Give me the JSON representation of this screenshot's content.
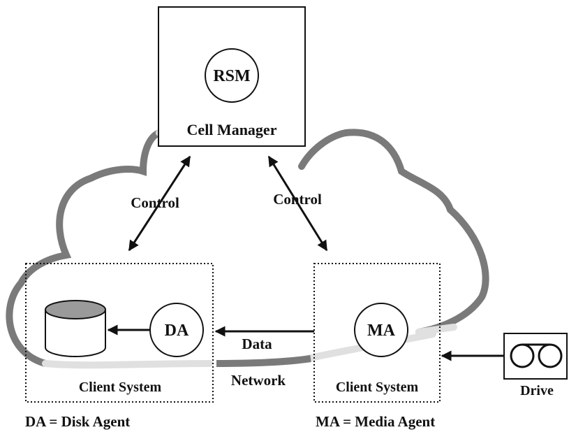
{
  "cell_manager": {
    "circle_label": "RSM",
    "label": "Cell Manager"
  },
  "edges": {
    "control_left": "Control",
    "control_right": "Control",
    "data": "Data"
  },
  "network_label": "Network",
  "client_left": {
    "agent": "DA",
    "label": "Client System"
  },
  "client_right": {
    "agent": "MA",
    "label": "Client System"
  },
  "drive": {
    "label": "Drive"
  },
  "legend": {
    "da": "DA = Disk Agent",
    "ma": "MA = Media Agent"
  },
  "colors": {
    "cloud_dark": "#7a7a7a",
    "cloud_light": "#e0e0e0",
    "disk_top": "#9a9a9a",
    "ink": "#111111"
  }
}
